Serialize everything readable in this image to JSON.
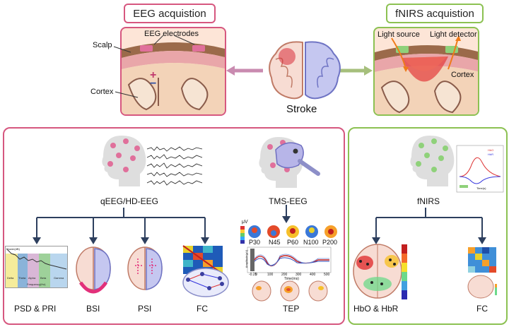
{
  "header": {
    "eeg_title": "EEG acquistion",
    "fnirs_title": "fNIRS acquistion",
    "colors": {
      "eeg": "#d6577f",
      "fnirs": "#8cc152",
      "stroke_bg": "#fde2d6"
    }
  },
  "eeg_inset": {
    "electrodes_label": "EEG electrodes",
    "scalp_label": "Scalp",
    "cortex_label": "Cortex",
    "plus": "+",
    "minus": "−"
  },
  "center": {
    "stroke_label": "Stroke"
  },
  "fnirs_inset": {
    "light_source_label": "Light source",
    "light_detector_label": "Light detector",
    "cortex_label": "Cortex"
  },
  "eeg_panel": {
    "qeeg_label": "qEEG/HD-EEG",
    "tms_label": "TMS-EEG",
    "branches": [
      "PSD & PRI",
      "BSI",
      "PSI",
      "FC"
    ],
    "tep_label": "TEP",
    "tep_components": [
      "P30",
      "N45",
      "P60",
      "N100",
      "P200"
    ],
    "tep_unit": "μV",
    "tep_xlabel": "Time(ms)",
    "tep_ylabel": "Amplitude(μV)",
    "tep_xticks": [
      "-0.25",
      "0",
      "100",
      "200",
      "300",
      "400",
      "500"
    ],
    "psd_bands": [
      "Delta",
      "Theta",
      "Alpha",
      "Beta",
      "Gamma"
    ],
    "psd_xlabel": "Frequency(Hz)",
    "psd_ylabel": "Power(dB)"
  },
  "fnirs_panel": {
    "fnirs_label": "fNIRS",
    "branches": [
      "HbO & HbR",
      "FC"
    ],
    "plot_xlabel": "Time(s)",
    "legend": [
      "HbO",
      "HbR"
    ]
  }
}
